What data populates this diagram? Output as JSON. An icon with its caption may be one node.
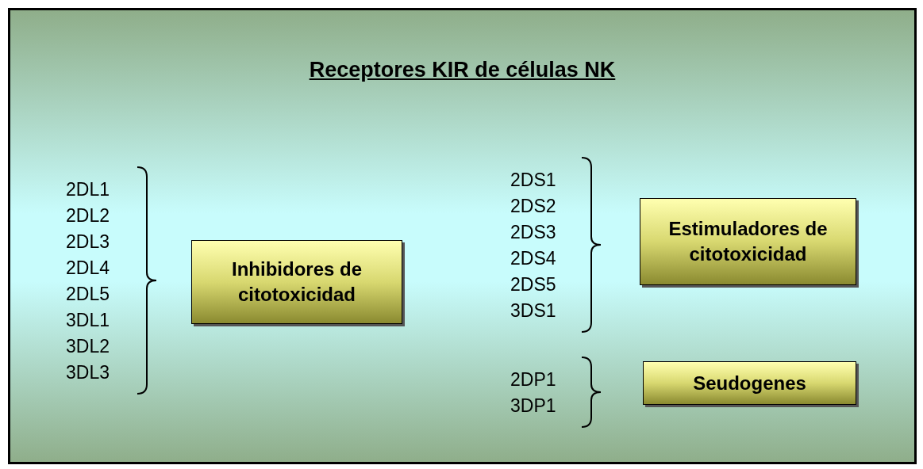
{
  "diagram": {
    "title": "Receptores KIR de células NK",
    "nodes": [
      {
        "text": [
          "Inhibidores de citotoxicidad"
        ]
      },
      {
        "text": [
          "Estimuladores de citotoxicidad"
        ]
      },
      {
        "text": [
          "Seudogenes"
        ]
      }
    ],
    "labels": [
      "2DL1",
      "2DL2",
      "2DL3",
      "2DL4",
      "2DL5",
      "3DL1",
      "3DL2",
      "3DL3",
      "2DS1",
      "2DS2",
      "2DS3",
      "2DS4",
      "2DS5",
      "3DS1",
      "2DP1",
      "3DP1"
    ]
  }
}
